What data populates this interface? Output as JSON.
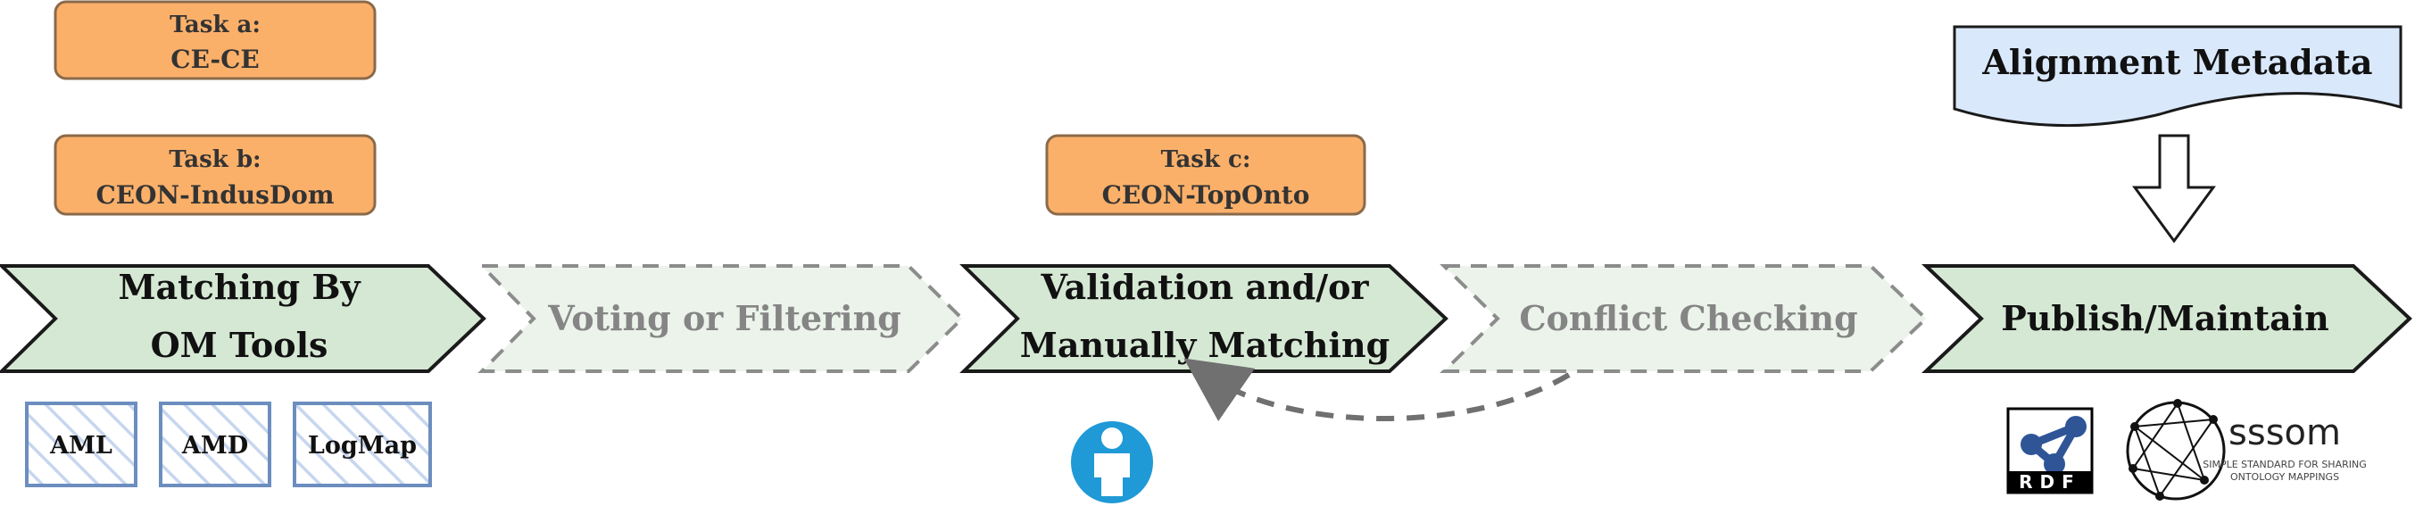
{
  "tasks": [
    {
      "line1": "Task a:",
      "line2": "CE-CE"
    },
    {
      "line1": "Task b:",
      "line2": "CEON-IndusDom"
    },
    {
      "line1": "Task c:",
      "line2": "CEON-TopOnto"
    }
  ],
  "stages": [
    {
      "line1": "Matching By",
      "line2": "OM Tools"
    },
    {
      "label": "Voting or Filtering"
    },
    {
      "line1": "Validation and/or",
      "line2": "Manually Matching"
    },
    {
      "label": "Conflict Checking"
    },
    {
      "label": "Publish/Maintain"
    }
  ],
  "tools": [
    "AML",
    "AMD",
    "LogMap"
  ],
  "metadata": {
    "label": "Alignment Metadata"
  },
  "logos": {
    "rdf": "RDF",
    "sssom_name": "sssom",
    "sssom_tag1": "SIMPLE STANDARD FOR SHARING",
    "sssom_tag2": "ONTOLOGY MAPPINGS"
  },
  "icons": {
    "person": "person-icon"
  },
  "colors": {
    "task_fill": "#fbb06a",
    "stage_fill": "#d5e8d4",
    "stage_faded_fill": "#ebf3ea",
    "metadata_fill": "#dae8fc",
    "tool_stroke": "#6c8ebf",
    "person_fill": "#1f9ad6"
  }
}
